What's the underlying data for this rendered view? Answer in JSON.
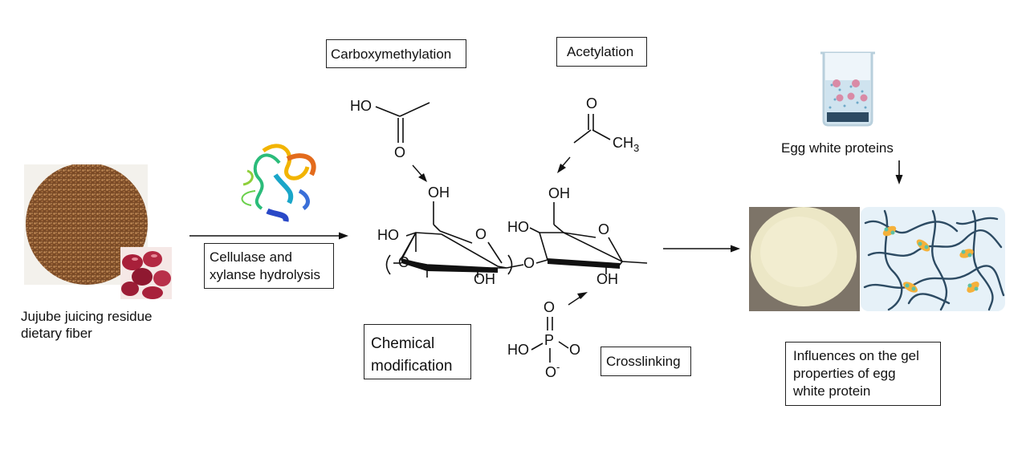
{
  "diagram": {
    "source_label_line1": "Jujube juicing residue",
    "source_label_line2": "dietary fiber",
    "enzyme_label_line1": "Cellulase and",
    "enzyme_label_line2": "xylanse hydrolysis",
    "carboxy_label": "Carboxymethylation",
    "acetyl_label": "Acetylation",
    "chemmod_line1": "Chemical",
    "chemmod_line2": "modification",
    "crosslink_label": "Crosslinking",
    "egg_label": "Egg white proteins",
    "influence_line1": "Influences on the gel",
    "influence_line2": "properties of egg",
    "influence_line3": "white protein",
    "chem": {
      "ho": "HO",
      "oh": "OH",
      "o": "O",
      "ch3": "CH",
      "ch3_sub": "3",
      "p": "P",
      "o_minus": "O",
      "minus": "-"
    }
  },
  "colors": {
    "fiber": "#8a5a32",
    "jujube": "#a8203a",
    "gel": "#ece7c6",
    "network": "#2d4b63",
    "beaker": "#cfe3ef"
  }
}
